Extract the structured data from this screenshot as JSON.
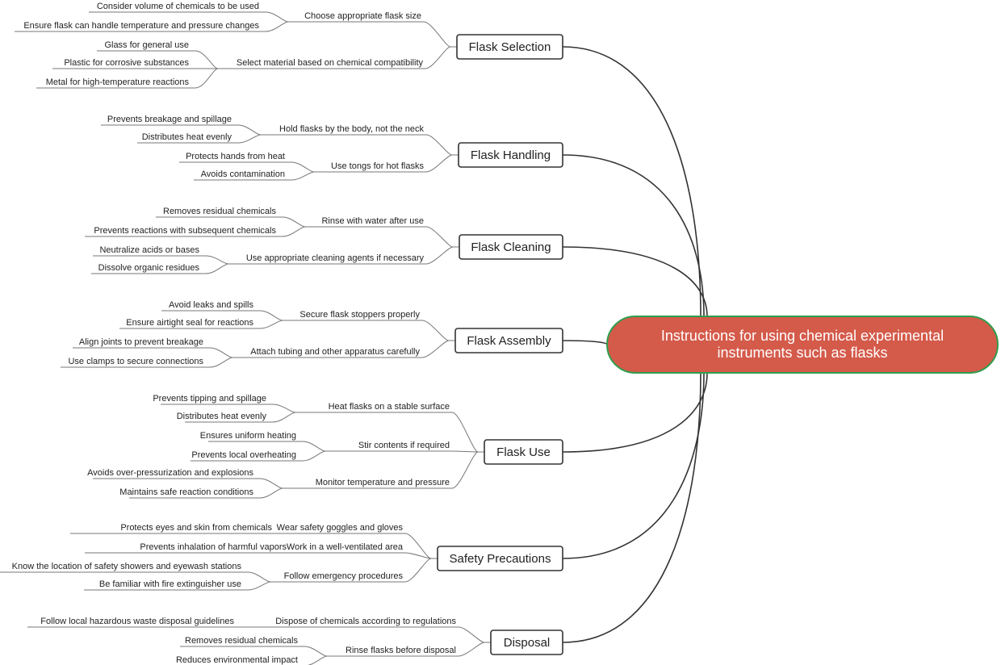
{
  "root": {
    "label_lines": [
      "Instructions for using chemical experimental",
      "instruments such as flasks"
    ],
    "fill_color": "#d45a4a",
    "border_color": "#2e9e4e"
  },
  "branches": [
    {
      "label": "Flask Selection",
      "children": [
        {
          "label": "Choose appropriate flask size",
          "children": [
            "Consider volume of chemicals to be used",
            "Ensure flask can handle temperature and pressure changes"
          ]
        },
        {
          "label": "Select material based on chemical compatibility",
          "children": [
            "Glass for general use",
            "Plastic for corrosive substances",
            "Metal for high-temperature reactions"
          ]
        }
      ]
    },
    {
      "label": "Flask Handling",
      "children": [
        {
          "label": "Hold flasks by the body, not the neck",
          "children": [
            "Prevents breakage and spillage",
            "Distributes heat evenly"
          ]
        },
        {
          "label": "Use tongs for hot flasks",
          "children": [
            "Protects hands from heat",
            "Avoids contamination"
          ]
        }
      ]
    },
    {
      "label": "Flask Cleaning",
      "children": [
        {
          "label": "Rinse with water after use",
          "children": [
            "Removes residual chemicals",
            "Prevents reactions with subsequent chemicals"
          ]
        },
        {
          "label": "Use appropriate cleaning agents if necessary",
          "children": [
            "Neutralize acids or bases",
            "Dissolve organic residues"
          ]
        }
      ]
    },
    {
      "label": "Flask Assembly",
      "children": [
        {
          "label": "Secure flask stoppers properly",
          "children": [
            "Avoid leaks and spills",
            "Ensure airtight seal for reactions"
          ]
        },
        {
          "label": "Attach tubing and other apparatus carefully",
          "children": [
            "Align joints to prevent breakage",
            "Use clamps to secure connections"
          ]
        }
      ]
    },
    {
      "label": "Flask Use",
      "children": [
        {
          "label": "Heat flasks on a stable surface",
          "children": [
            "Prevents tipping and spillage",
            "Distributes heat evenly"
          ]
        },
        {
          "label": "Stir contents if required",
          "children": [
            "Ensures uniform heating",
            "Prevents local overheating"
          ]
        },
        {
          "label": "Monitor temperature and pressure",
          "children": [
            "Avoids over-pressurization and explosions",
            "Maintains safe reaction conditions"
          ]
        }
      ]
    },
    {
      "label": "Safety Precautions",
      "children": [
        {
          "label": "Wear safety goggles and gloves",
          "children": [
            "Protects eyes and skin from chemicals"
          ]
        },
        {
          "label": "Work in a well-ventilated area",
          "children": [
            "Prevents inhalation of harmful vapors"
          ]
        },
        {
          "label": "Follow emergency procedures",
          "children": [
            "Know the location of safety showers and eyewash stations",
            "Be familiar with fire extinguisher use"
          ]
        }
      ]
    },
    {
      "label": "Disposal",
      "children": [
        {
          "label": "Dispose of chemicals according to regulations",
          "children": [
            "Follow local hazardous waste disposal guidelines"
          ]
        },
        {
          "label": "Rinse flasks before disposal",
          "children": [
            "Removes residual chemicals",
            "Reduces environmental impact"
          ]
        }
      ]
    }
  ]
}
